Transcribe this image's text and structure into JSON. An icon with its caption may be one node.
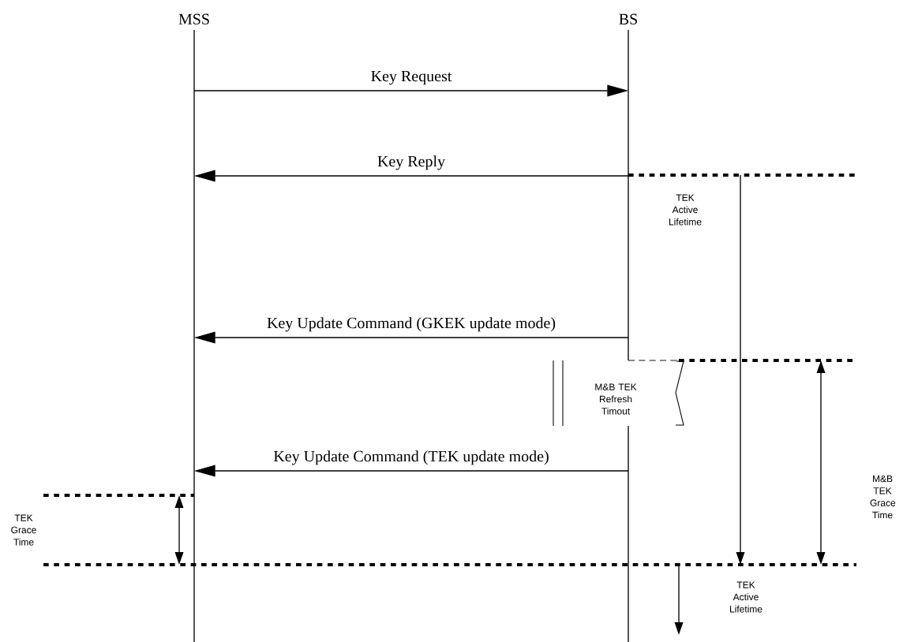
{
  "diagram": {
    "nodes": [
      {
        "text": [
          "MSS"
        ]
      },
      {
        "text": [
          "BS"
        ]
      }
    ],
    "edges": [
      {
        "from": 0,
        "to": 1,
        "arrow": "to",
        "label": "Key Request"
      },
      {
        "from": 1,
        "to": 0,
        "arrow": "to",
        "label": "Key Reply"
      },
      {
        "from": 1,
        "to": 0,
        "arrow": "to",
        "label": "Key Update Command (GKEK update mode)"
      },
      {
        "from": 1,
        "to": 0,
        "arrow": "to",
        "label": "Key Update Command (TEK update mode)"
      }
    ],
    "labels": [
      "TEK Active Lifetime",
      "M&B TEK Refresh Timout",
      "M&B TEK Grace Time",
      "TEK Grace Time",
      "TEK Active Lifetime"
    ]
  }
}
